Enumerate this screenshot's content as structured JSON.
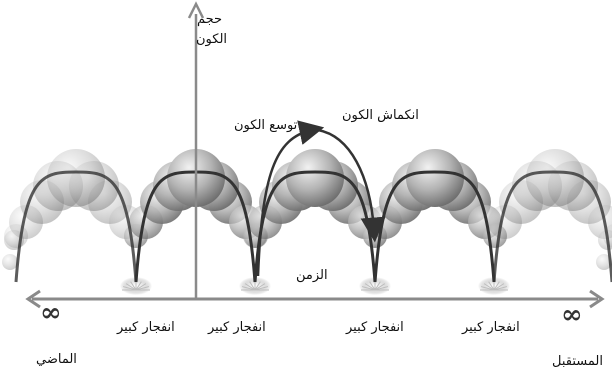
{
  "axis": {
    "y_label_line1": "حجم",
    "y_label_line2": "الكون",
    "x_label": "الزمن"
  },
  "phases": {
    "expansion": "توسع الكون",
    "contraction": "انكماش الكون"
  },
  "events": {
    "big_bang": "انفجار كبير"
  },
  "ends": {
    "infinity": "∞",
    "past": "الماضي",
    "future": "المستقبل"
  },
  "colors": {
    "axis": "#8a8a8a",
    "arc": "#333333",
    "sphere_light": "#f2f2f2",
    "sphere_dark": "#777777"
  }
}
